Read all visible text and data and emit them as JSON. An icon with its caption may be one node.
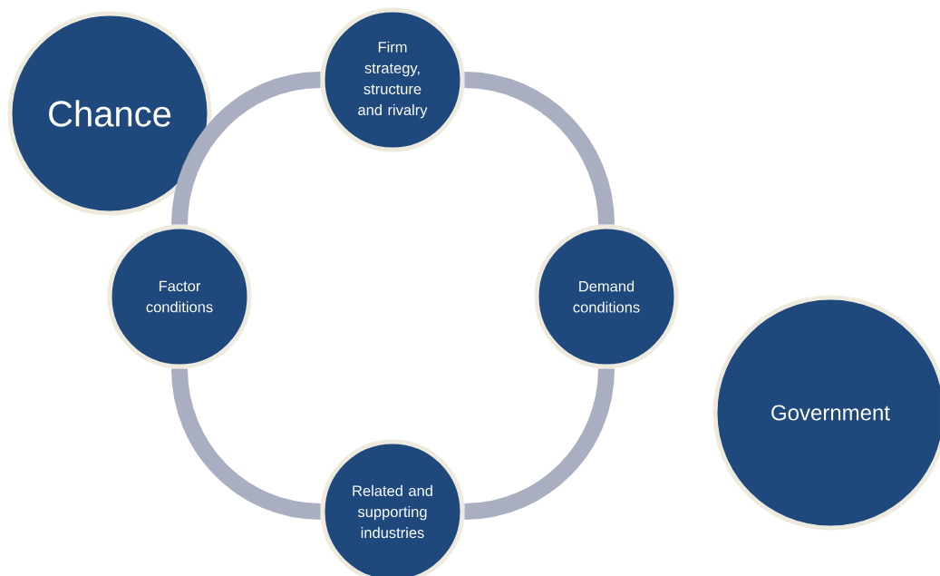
{
  "diagram": {
    "nodes": [
      {
        "text": [
          "Chance"
        ]
      },
      {
        "text": [
          "Firm strategy, structure and rivalry"
        ]
      },
      {
        "text": [
          "Demand conditions"
        ]
      },
      {
        "text": [
          "Related and supporting industries"
        ]
      },
      {
        "text": [
          "Factor conditions"
        ]
      },
      {
        "text": [
          "Government"
        ]
      }
    ],
    "edges": [
      {
        "from": 1,
        "to": 2,
        "arrow": "none"
      },
      {
        "from": 2,
        "to": 3,
        "arrow": "none"
      },
      {
        "from": 3,
        "to": 4,
        "arrow": "none"
      },
      {
        "from": 4,
        "to": 1,
        "arrow": "none"
      }
    ]
  }
}
